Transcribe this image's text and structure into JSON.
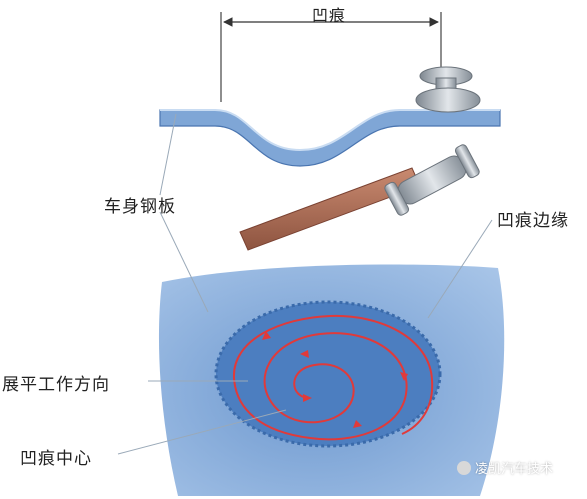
{
  "labels": {
    "dent_width": "凹痕",
    "body_panel": "车身钢板",
    "dent_edge": "凹痕边缘",
    "working_direction": "展平工作方向",
    "dent_center": "凹痕中心"
  },
  "watermark": "凌凯汽车技术",
  "colors": {
    "panel_surface": "#7fa6d6",
    "panel_edge": "#5b88c2",
    "dent_area": "#4c7ec0",
    "dent_outline": "#3a6aaa",
    "spiral_arrow": "#e03a3a",
    "hammer_metal": "#9aa3ab",
    "hammer_handle": "#b0705a",
    "leader_line": "#9aa9b8"
  },
  "icons": [
    "body-hammer-icon",
    "dolly-icon",
    "spiral-arrow-icon"
  ]
}
